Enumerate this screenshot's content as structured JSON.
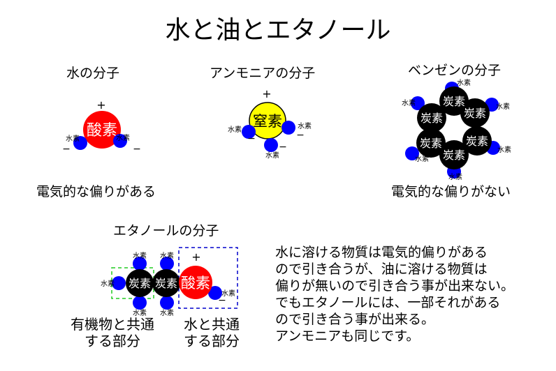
{
  "title": "水と油とエタノール",
  "molecules": {
    "water": {
      "heading": "水の分子",
      "caption": "電気的な偏りがある",
      "oxygen": "酸素",
      "hydrogen": "水素",
      "plus": "+",
      "minus": "−"
    },
    "ammonia": {
      "heading": "アンモニアの分子",
      "nitrogen": "窒素",
      "hydrogen": "水素",
      "plus": "+",
      "minus": "−"
    },
    "benzene": {
      "heading": "ベンゼンの分子",
      "caption": "電気的な偏りがない",
      "carbon": "炭素",
      "hydrogen": "水素"
    },
    "ethanol": {
      "heading": "エタノールの分子",
      "carbon": "炭素",
      "oxygen": "酸素",
      "hydrogen": "水素",
      "plus": "+",
      "minus": "−",
      "group_organic_line1": "有機物と共通",
      "group_organic_line2": "する部分",
      "group_water_line1": "水と共通",
      "group_water_line2": "する部分"
    }
  },
  "explanation": [
    "水に溶ける物質は電気的偏りがある",
    "ので引き合うが、油に溶ける物質は",
    "偏りが無いので引き合う事が出来ない。",
    "でもエタノールには、一部それがある",
    "ので引き合う事が出来る。",
    "アンモニアも同じです。"
  ],
  "colors": {
    "oxygen": "#ff0000",
    "nitrogen": "#ffff00",
    "carbon": "#000000",
    "hydrogen": "#0000ff",
    "box_green": "#22cc22",
    "box_blue": "#0000cc"
  }
}
